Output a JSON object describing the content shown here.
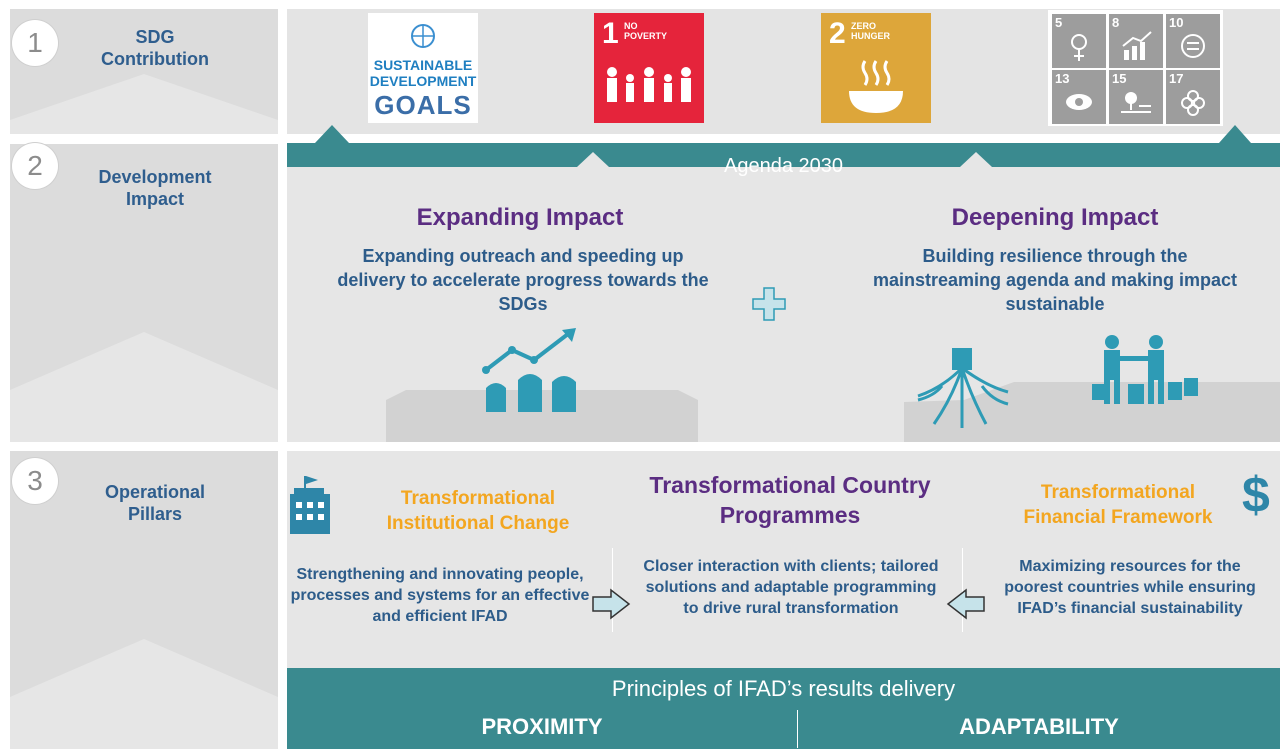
{
  "rows": [
    {
      "number": "1",
      "label_line1": "SDG",
      "label_line2": "Contribution"
    },
    {
      "number": "2",
      "label_line1": "Development",
      "label_line2": "Impact"
    },
    {
      "number": "3",
      "label_line1": "Operational",
      "label_line2": "Pillars"
    }
  ],
  "sdg": {
    "logo_line1": "SUSTAINABLE",
    "logo_line2": "DEVELOPMENT",
    "logo_line3": "GOALS",
    "goal1_number": "1",
    "goal1_text_line1": "NO",
    "goal1_text_line2": "POVERTY",
    "goal2_number": "2",
    "goal2_text_line1": "ZERO",
    "goal2_text_line2": "HUNGER",
    "grid_numbers": [
      "5",
      "8",
      "10",
      "13",
      "15",
      "17"
    ],
    "colors": {
      "goal1": "#e5243b",
      "goal2": "#dda63a",
      "grid": "#9d9d9d"
    }
  },
  "agenda": {
    "title": "Agenda 2030"
  },
  "development": {
    "left": {
      "title": "Expanding Impact",
      "body": "Expanding outreach and speeding up delivery to accelerate progress towards the SDGs"
    },
    "right": {
      "title": "Deepening Impact",
      "body": "Building resilience through the mainstreaming agenda and making impact sustainable"
    },
    "plus_symbol": "+"
  },
  "pillars": {
    "institutional": {
      "title": "Transformational Institutional Change",
      "body": "Strengthening and innovating people, processes and systems for an effective and efficient IFAD"
    },
    "country": {
      "title": "Transformational Country Programmes",
      "body": "Closer interaction with clients; tailored solutions and adaptable programming to drive rural transformation"
    },
    "financial": {
      "title": "Transformational Financial Framework",
      "body": "Maximizing resources for the poorest  countries while ensuring IFAD’s financial sustainability",
      "dollar_symbol": "$"
    }
  },
  "principles": {
    "title": "Principles of IFAD’s results delivery",
    "left": "PROXIMITY",
    "right": "ADAPTABILITY"
  },
  "colors": {
    "teal": "#3a8a8f",
    "purple": "#5b2d82",
    "blue_text": "#2d5c8a",
    "orange": "#f3a620",
    "icon_teal": "#2e9bb5"
  }
}
